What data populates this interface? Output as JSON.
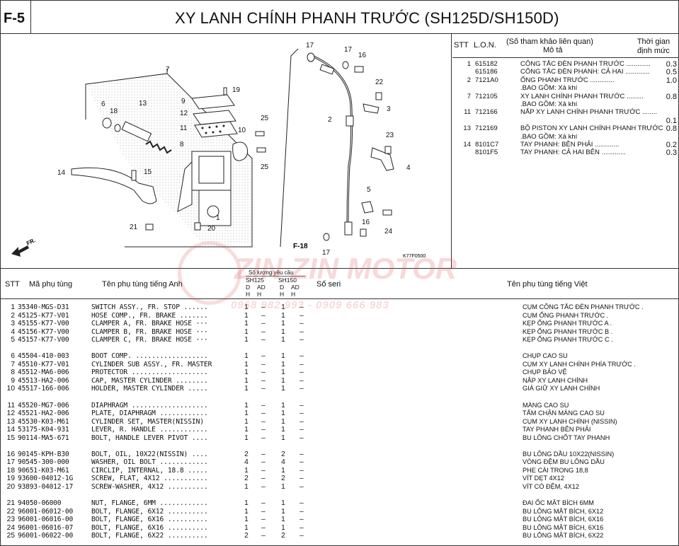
{
  "header": {
    "code": "F-5",
    "title": "XY LANH CHÍNH PHANH TRƯỚC (SH125D/SH150D)"
  },
  "diagram": {
    "callouts": [
      "7",
      "6",
      "18",
      "13",
      "9",
      "12",
      "11",
      "8",
      "19",
      "10",
      "25",
      "25",
      "14",
      "15",
      "21",
      "20",
      "1",
      "17",
      "17",
      "16",
      "2",
      "22",
      "3",
      "23",
      "4",
      "5",
      "16",
      "24",
      "17"
    ],
    "f18_label": "F-18",
    "fr_label": "FR.",
    "ref_code": "K77F0500"
  },
  "ref_table": {
    "headers": {
      "stt": "STT",
      "lon": "L.O.N.",
      "ref": "(Số tham khảo liên quan)",
      "desc": "Mô tả",
      "time_l1": "Thời gian",
      "time_l2": "định mức"
    },
    "rows": [
      {
        "n": "1",
        "code": "615182",
        "desc": "CÔNG TẮC ĐÈN PHANH TRƯỚC .............",
        "val": "0.3"
      },
      {
        "n": "",
        "code": "615186",
        "desc": "CÔNG TẮC ĐÈN PHANH: CẢ HAI .............",
        "val": "0.5"
      },
      {
        "n": "2",
        "code": "7121A0",
        "desc": "ỐNG PHANH TRƯỚC .............",
        "val": "1.0"
      },
      {
        "n": "",
        "code": "",
        "desc": ".BAO GỒM: Xả khí",
        "val": ""
      },
      {
        "n": "7",
        "code": "712105",
        "desc": "XY LANH CHÍNH PHANH TRƯỚC .........",
        "val": "0.8"
      },
      {
        "n": "",
        "code": "",
        "desc": ".BAO GỒM: Xả khí",
        "val": ""
      },
      {
        "n": "11",
        "code": "712166",
        "desc": "NẮP XY LANH CHÍNH PHANH TRƯỚC ........",
        "val": ""
      },
      {
        "n": "",
        "code": "",
        "desc": "",
        "val": "0.1"
      },
      {
        "n": "13",
        "code": "712169",
        "desc": "BỘ PISTON XY LANH CHÍNH PHANH TRƯỚC",
        "val": "0.8"
      },
      {
        "n": "",
        "code": "",
        "desc": ".BAO GỒM: Xả khí",
        "val": ""
      },
      {
        "n": "14",
        "code": "8101C7",
        "desc": "TAY PHANH: BÊN PHẢI .............",
        "val": "0.2"
      },
      {
        "n": "",
        "code": "8101F5",
        "desc": "TAY PHANH: CẢ HAI BÊN .............",
        "val": "0.3"
      }
    ]
  },
  "parts_header": {
    "stt": "STT",
    "part_no": "Mã phụ tùng",
    "name_en": "Tên phụ tùng tiếng Anh",
    "qty_title": "Số lượng yêu cầu",
    "m1": "SH125",
    "m2": "SH150",
    "d": "D",
    "ad": "AD",
    "h": "H",
    "serial": "Số seri",
    "name_vn": "Tên phụ tùng tiếng Việt"
  },
  "parts": [
    {
      "stt": "1",
      "no": "35340-MGS-D31",
      "en": "SWITCH ASSY., FR. STOP ......",
      "q1": "1",
      "q2": "–",
      "q3": "1",
      "q4": "–",
      "vn": "CỤM CÔNG TẮC ĐÈN PHANH TRƯỚC ."
    },
    {
      "stt": "2",
      "no": "45125-K77-V01",
      "en": "HOSE COMP., FR. BRAKE .......",
      "q1": "1",
      "q2": "–",
      "q3": "1",
      "q4": "–",
      "vn": "CỤM ỐNG PHANH TRƯỚC ."
    },
    {
      "stt": "3",
      "no": "45155-K77-V00",
      "en": "CLAMPER A, FR. BRAKE HOSE ···",
      "q1": "1",
      "q2": "–",
      "q3": "1",
      "q4": "–",
      "vn": "KẸP ỐNG PHANH TRƯỚC A ."
    },
    {
      "stt": "4",
      "no": "45156-K77-V00",
      "en": "CLAMPER B, FR. BRAKE HOSE ···",
      "q1": "1",
      "q2": "–",
      "q3": "1",
      "q4": "–",
      "vn": "KẸP ỐNG PHANH TRƯỚC B ."
    },
    {
      "stt": "5",
      "no": "45157-K77-V00",
      "en": "CLAMPER C, FR. BRAKE HOSE ···",
      "q1": "1",
      "q2": "–",
      "q3": "1",
      "q4": "–",
      "vn": "KẸP ỐNG PHANH TRƯỚC C ."
    },
    {
      "stt": "6",
      "no": "45504-410-003",
      "en": "BOOT COMP. ..................",
      "q1": "1",
      "q2": "–",
      "q3": "1",
      "q4": "–",
      "vn": "CHỤP CAO SU"
    },
    {
      "stt": "7",
      "no": "45510-K77-V01",
      "en": "CYLINDER SUB ASSY., FR. MASTER",
      "q1": "1",
      "q2": "–",
      "q3": "1",
      "q4": "–",
      "vn": "CỤM XY LANH CHÍNH PHÍA TRƯỚC ."
    },
    {
      "stt": "8",
      "no": "45512-MA6-006",
      "en": "PROTECTOR ...................",
      "q1": "1",
      "q2": "–",
      "q3": "1",
      "q4": "–",
      "vn": "CHỤP BẢO VỆ"
    },
    {
      "stt": "9",
      "no": "45513-HA2-006",
      "en": "CAP, MASTER CYLINDER ........",
      "q1": "1",
      "q2": "–",
      "q3": "1",
      "q4": "–",
      "vn": "NẮP XY LANH CHÍNH"
    },
    {
      "stt": "10",
      "no": "45517-166-006",
      "en": "HOLDER, MASTER CYLINDER .....",
      "q1": "1",
      "q2": "–",
      "q3": "1",
      "q4": "–",
      "vn": "GIÁ GIỮ XY LANH CHÍNH"
    },
    {
      "stt": "11",
      "no": "45520-MG7-006",
      "en": "DIAPHRAGM ...................",
      "q1": "1",
      "q2": "–",
      "q3": "1",
      "q4": "–",
      "vn": "MÀNG CAO SU"
    },
    {
      "stt": "12",
      "no": "45521-HA2-006",
      "en": "PLATE, DIAPHRAGM ............",
      "q1": "1",
      "q2": "–",
      "q3": "1",
      "q4": "–",
      "vn": "TẤM CHẶN MÀNG CAO SU"
    },
    {
      "stt": "13",
      "no": "45530-K03-M61",
      "en": "CYLINDER SET, MASTER(NISSIN)",
      "q1": "1",
      "q2": "–",
      "q3": "1",
      "q4": "–",
      "vn": "CỤM XY LANH CHÍNH (NISSIN)"
    },
    {
      "stt": "14",
      "no": "53175-K04-931",
      "en": "LEVER, R. HANDLE ............",
      "q1": "1",
      "q2": "–",
      "q3": "1",
      "q4": "–",
      "vn": "TAY PHANH BÊN PHẢI"
    },
    {
      "stt": "15",
      "no": "90114-MA5-671",
      "en": "BOLT, HANDLE LEVER PIVOT ....",
      "q1": "1",
      "q2": "–",
      "q3": "1",
      "q4": "–",
      "vn": "BU LÔNG CHỐT TAY PHANH"
    },
    {
      "stt": "16",
      "no": "90145-KPH-B30",
      "en": "BOLT, OIL, 10X22(NISSIN) ....",
      "q1": "2",
      "q2": "–",
      "q3": "2",
      "q4": "–",
      "vn": "BU LÔNG DẦU 10X22(NISSIN)"
    },
    {
      "stt": "17",
      "no": "90545-300-000",
      "en": "WASHER, OIL BOLT ............",
      "q1": "4",
      "q2": "–",
      "q3": "4",
      "q4": "–",
      "vn": "VÒNG ĐỆM BU LÔNG DẦU"
    },
    {
      "stt": "18",
      "no": "90651-K03-M61",
      "en": "CIRCLIP, INTERNAL, 18.8 .....",
      "q1": "1",
      "q2": "–",
      "q3": "1",
      "q4": "–",
      "vn": "PHE CÀI TRONG 18,8"
    },
    {
      "stt": "19",
      "no": "93600-04012-1G",
      "en": "SCREW, FLAT, 4X12 ...........",
      "q1": "2",
      "q2": "–",
      "q3": "2",
      "q4": "–",
      "vn": "VÍT DẸT 4X12"
    },
    {
      "stt": "20",
      "no": "93893-04012-17",
      "en": "SCREW-WASHER, 4X12 ..........",
      "q1": "1",
      "q2": "–",
      "q3": "1",
      "q4": "–",
      "vn": "VÍT CÓ ĐỆM, 4X12"
    },
    {
      "stt": "21",
      "no": "94050-06000",
      "en": "NUT, FLANGE, 6MM ............",
      "q1": "1",
      "q2": "–",
      "q3": "1",
      "q4": "–",
      "vn": "ĐAI ỐC MẶT BÍCH 6MM"
    },
    {
      "stt": "22",
      "no": "96001-06012-00",
      "en": "BOLT, FLANGE, 6X12 ..........",
      "q1": "1",
      "q2": "–",
      "q3": "1",
      "q4": "–",
      "vn": "BU LÔNG MẶT BÍCH, 6X12"
    },
    {
      "stt": "23",
      "no": "96001-06016-00",
      "en": "BOLT, FLANGE, 6X16 ..........",
      "q1": "1",
      "q2": "–",
      "q3": "1",
      "q4": "–",
      "vn": "BU LÔNG MẶT BÍCH, 6X16"
    },
    {
      "stt": "24",
      "no": "96001-06016-07",
      "en": "BOLT, FLANGE, 6X16 ..........",
      "q1": "1",
      "q2": "–",
      "q3": "1",
      "q4": "–",
      "vn": "BU LÔNG MẶT BÍCH, 6X16"
    },
    {
      "stt": "25",
      "no": "96001-06022-00",
      "en": "BOLT, FLANGE, 6X22 ..........",
      "q1": "2",
      "q2": "–",
      "q3": "2",
      "q4": "–",
      "vn": "BU LÔNG MẶT BÍCH, 6X22"
    }
  ],
  "watermark": {
    "brand": "ZIN ZIN MOTOR",
    "phone": "0968 982 993 - 0909 666 983",
    "color": "#dc5050"
  }
}
